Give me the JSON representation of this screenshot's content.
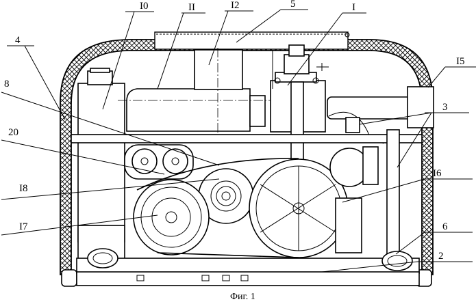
{
  "figure": {
    "caption": "Фиг. 1",
    "labels": {
      "l10": "I0",
      "l11": "II",
      "l12": "I2",
      "l5": "5",
      "l1": "I",
      "l4": "4",
      "l15": "I5",
      "l8": "8",
      "l3": "3",
      "l20": "20",
      "l16": "I6",
      "l18": "I8",
      "l17": "I7",
      "l6": "6",
      "l2": "2"
    }
  }
}
